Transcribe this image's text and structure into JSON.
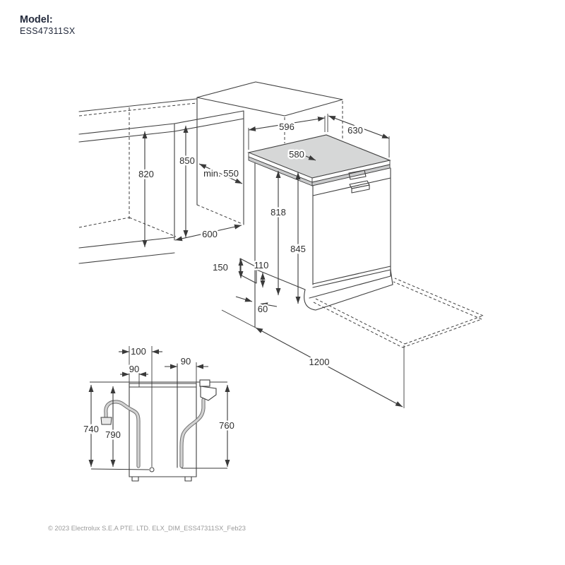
{
  "model": {
    "label": "Model:",
    "number": "ESS47311SX"
  },
  "footer": {
    "copyright": "© 2023 Electrolux S.E.A PTE. LTD. ELX_DIM_ESS47311SX_Feb23"
  },
  "colors": {
    "line": "#3f3f3f",
    "dimension_text": "#2e2e2e",
    "worktop_gray": "#d6d7d7",
    "worktop_band_gray": "#c9cacb",
    "hose_gray": "#d2d2d2",
    "model_text": "#232a3c",
    "footer_text": "#9a9a9a"
  },
  "main_diagram": {
    "title": "installation-isometric-view",
    "dims": {
      "cabinet_interior_height": "820",
      "niche_height": "850",
      "niche_depth": "min. 550",
      "niche_floor_depth": "600",
      "worktop_width": "596",
      "worktop_depth": "630",
      "body_depth": "580",
      "height_without_top": "818",
      "height_with_top": "845",
      "plinth_recess_height": "150",
      "plinth_height": "110",
      "plinth_recess_depth": "60",
      "door_open_clearance": "1200"
    }
  },
  "rear_diagram": {
    "title": "rear-connections-view",
    "dims": {
      "power_cord_offset": "100",
      "drain_hose_offset": "90",
      "inlet_hose_offset": "90",
      "drain_hose_height": "740",
      "power_cord_height": "790",
      "inlet_hose_height": "760"
    }
  }
}
